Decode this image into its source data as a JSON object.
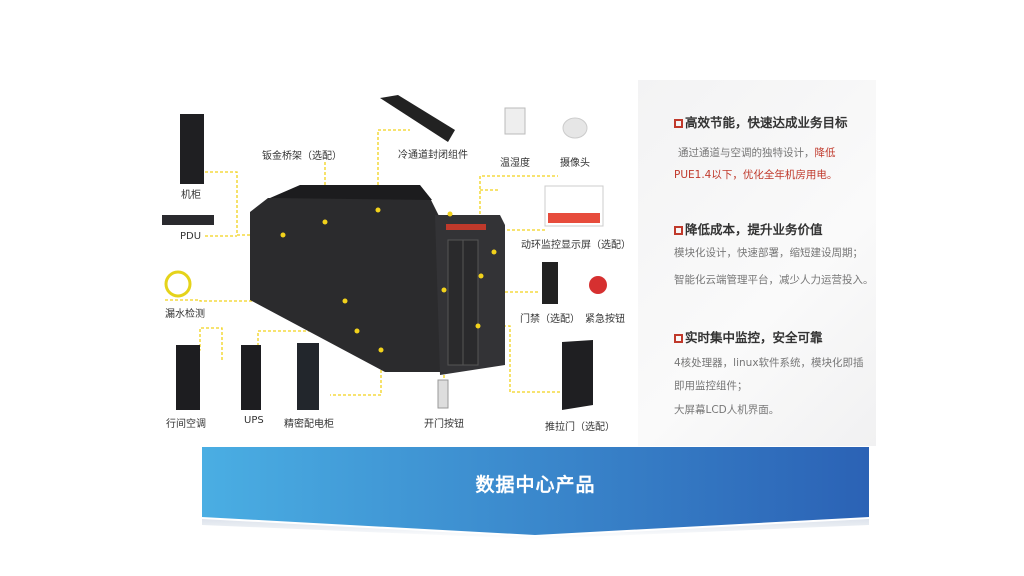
{
  "diagram": {
    "labels": {
      "sheet_metal_tray": "钣金桥架（选配）",
      "cold_aisle": "冷通道封闭组件",
      "temp_humidity": "温湿度",
      "camera": "摄像头",
      "cabinet": "机柜",
      "pdu": "PDU",
      "monitor_screen": "动环监控显示屏（选配）",
      "leak_detection": "漏水检测",
      "access_control": "门禁（选配）",
      "emergency_button": "紧急按钮",
      "inrow_ac": "行间空调",
      "ups": "UPS",
      "power_cabinet": "精密配电柜",
      "door_button": "开门按钮",
      "sliding_door": "推拉门（选配）"
    },
    "line_color": "#f2d21b"
  },
  "features": [
    {
      "title": "高效节能，快速达成业务目标",
      "lines": [
        "通过通道与空调的独特设计，",
        "降低",
        "PUE1.4以下，优化全年机房用电。"
      ]
    },
    {
      "title": "降低成本，提升业务价值",
      "lines": [
        "模块化设计，快速部署，缩短建设周期；",
        "智能化云端管理平台，减少人力运营投入。"
      ]
    },
    {
      "title": "实时集中监控，安全可靠",
      "lines": [
        "4核处理器，linux软件系统，模块化即插",
        "即用监控组件；",
        "大屏幕LCD人机界面。"
      ]
    }
  ],
  "banner": {
    "title": "数据中心产品"
  }
}
